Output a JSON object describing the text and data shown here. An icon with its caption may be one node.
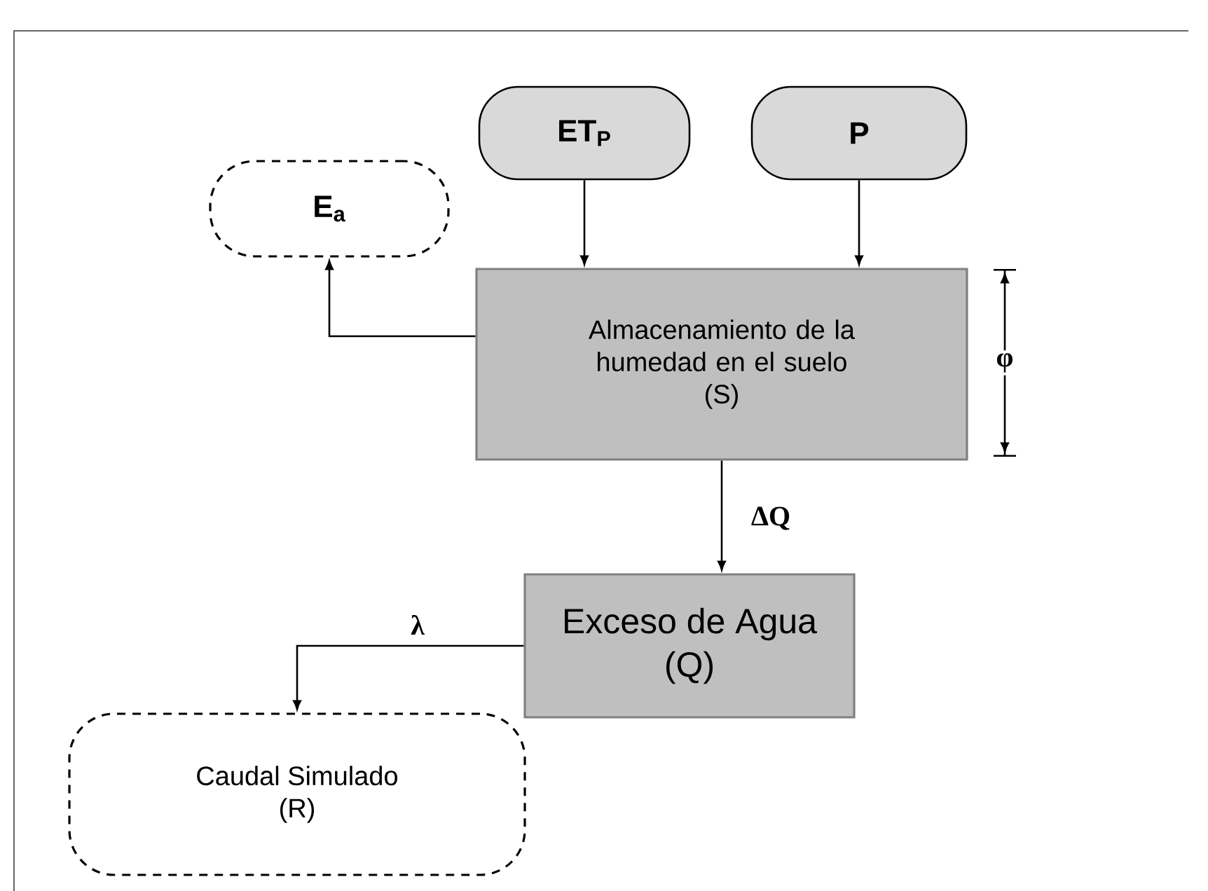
{
  "diagram": {
    "nodes": [
      {
        "text": [
          "ET$_{P}$"
        ]
      },
      {
        "text": [
          "P"
        ]
      },
      {
        "text": [
          "E$_{a}$"
        ]
      },
      {
        "text": [
          "Almacenamiento de la humedad en el suelo",
          "(S)"
        ]
      },
      {
        "text": [
          "Exceso de Agua",
          "(Q)"
        ]
      },
      {
        "text": [
          "Caudal Simulado",
          "(R)"
        ]
      }
    ],
    "edges": [
      {
        "from": 0,
        "to": 3,
        "arrow": "to"
      },
      {
        "from": 1,
        "to": 3,
        "arrow": "to"
      },
      {
        "from": 3,
        "to": 2,
        "arrow": "to"
      },
      {
        "from": 3,
        "to": 4,
        "arrow": "to",
        "label": "ΔQ"
      },
      {
        "from": 4,
        "to": 5,
        "arrow": "to",
        "label": "λ"
      }
    ],
    "labels": [
      "φ"
    ]
  }
}
